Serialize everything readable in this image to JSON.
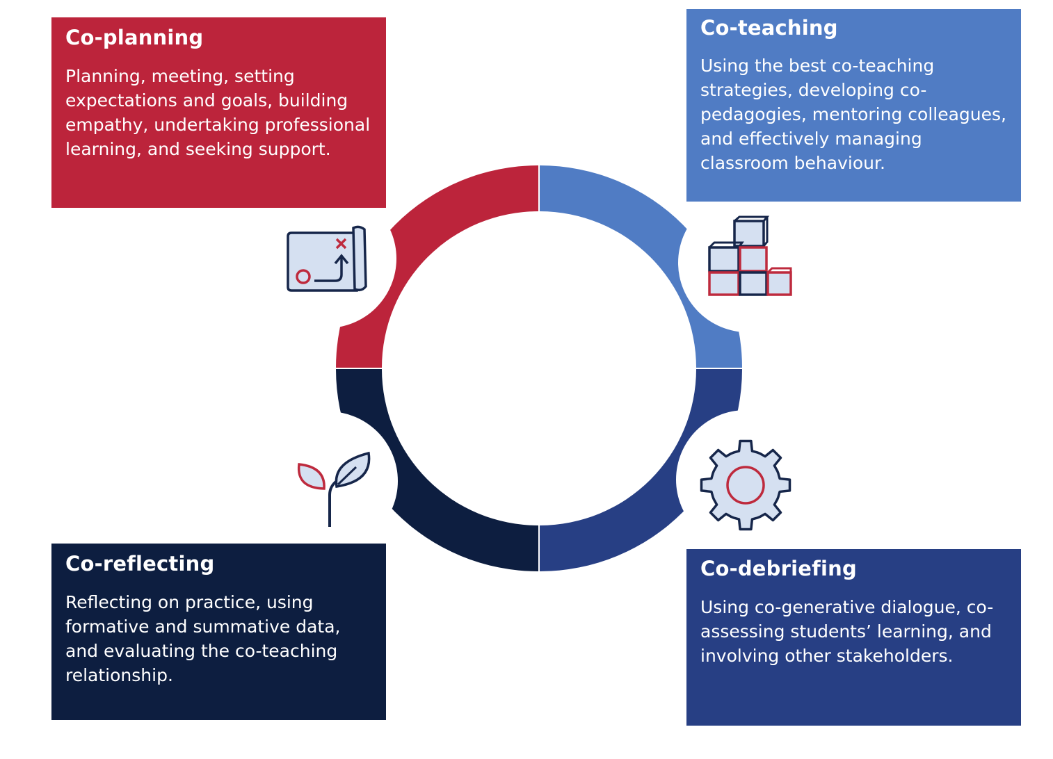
{
  "colors": {
    "planning": "#BC243B",
    "teaching": "#507CC4",
    "debriefing": "#273F84",
    "reflecting": "#0D1E40",
    "icon_fill": "#D5E0F1",
    "icon_stroke": "#16264A",
    "icon_red": "#BE2A3D"
  },
  "stages": {
    "planning": {
      "title": "Co-planning",
      "description": "Planning, meeting, setting expectations and goals, building empathy, undertaking professional learning, and seeking support."
    },
    "teaching": {
      "title": "Co-teaching",
      "description": "Using the best co-teaching strategies, developing co-pedagogies, mentoring colleagues, and effectively managing classroom behaviour."
    },
    "debriefing": {
      "title": "Co-debriefing",
      "description": "Using co-generative dialogue, co-assessing students’ learning, and involving other stakeholders."
    },
    "reflecting": {
      "title": "Co-reflecting",
      "description": "Reflecting on practice, using formative and summative data, and evaluating the co-teaching relationship."
    }
  },
  "icons": {
    "planning": "treasure-map-icon",
    "teaching": "stacked-blocks-icon",
    "debriefing": "gear-icon",
    "reflecting": "sprout-icon"
  }
}
